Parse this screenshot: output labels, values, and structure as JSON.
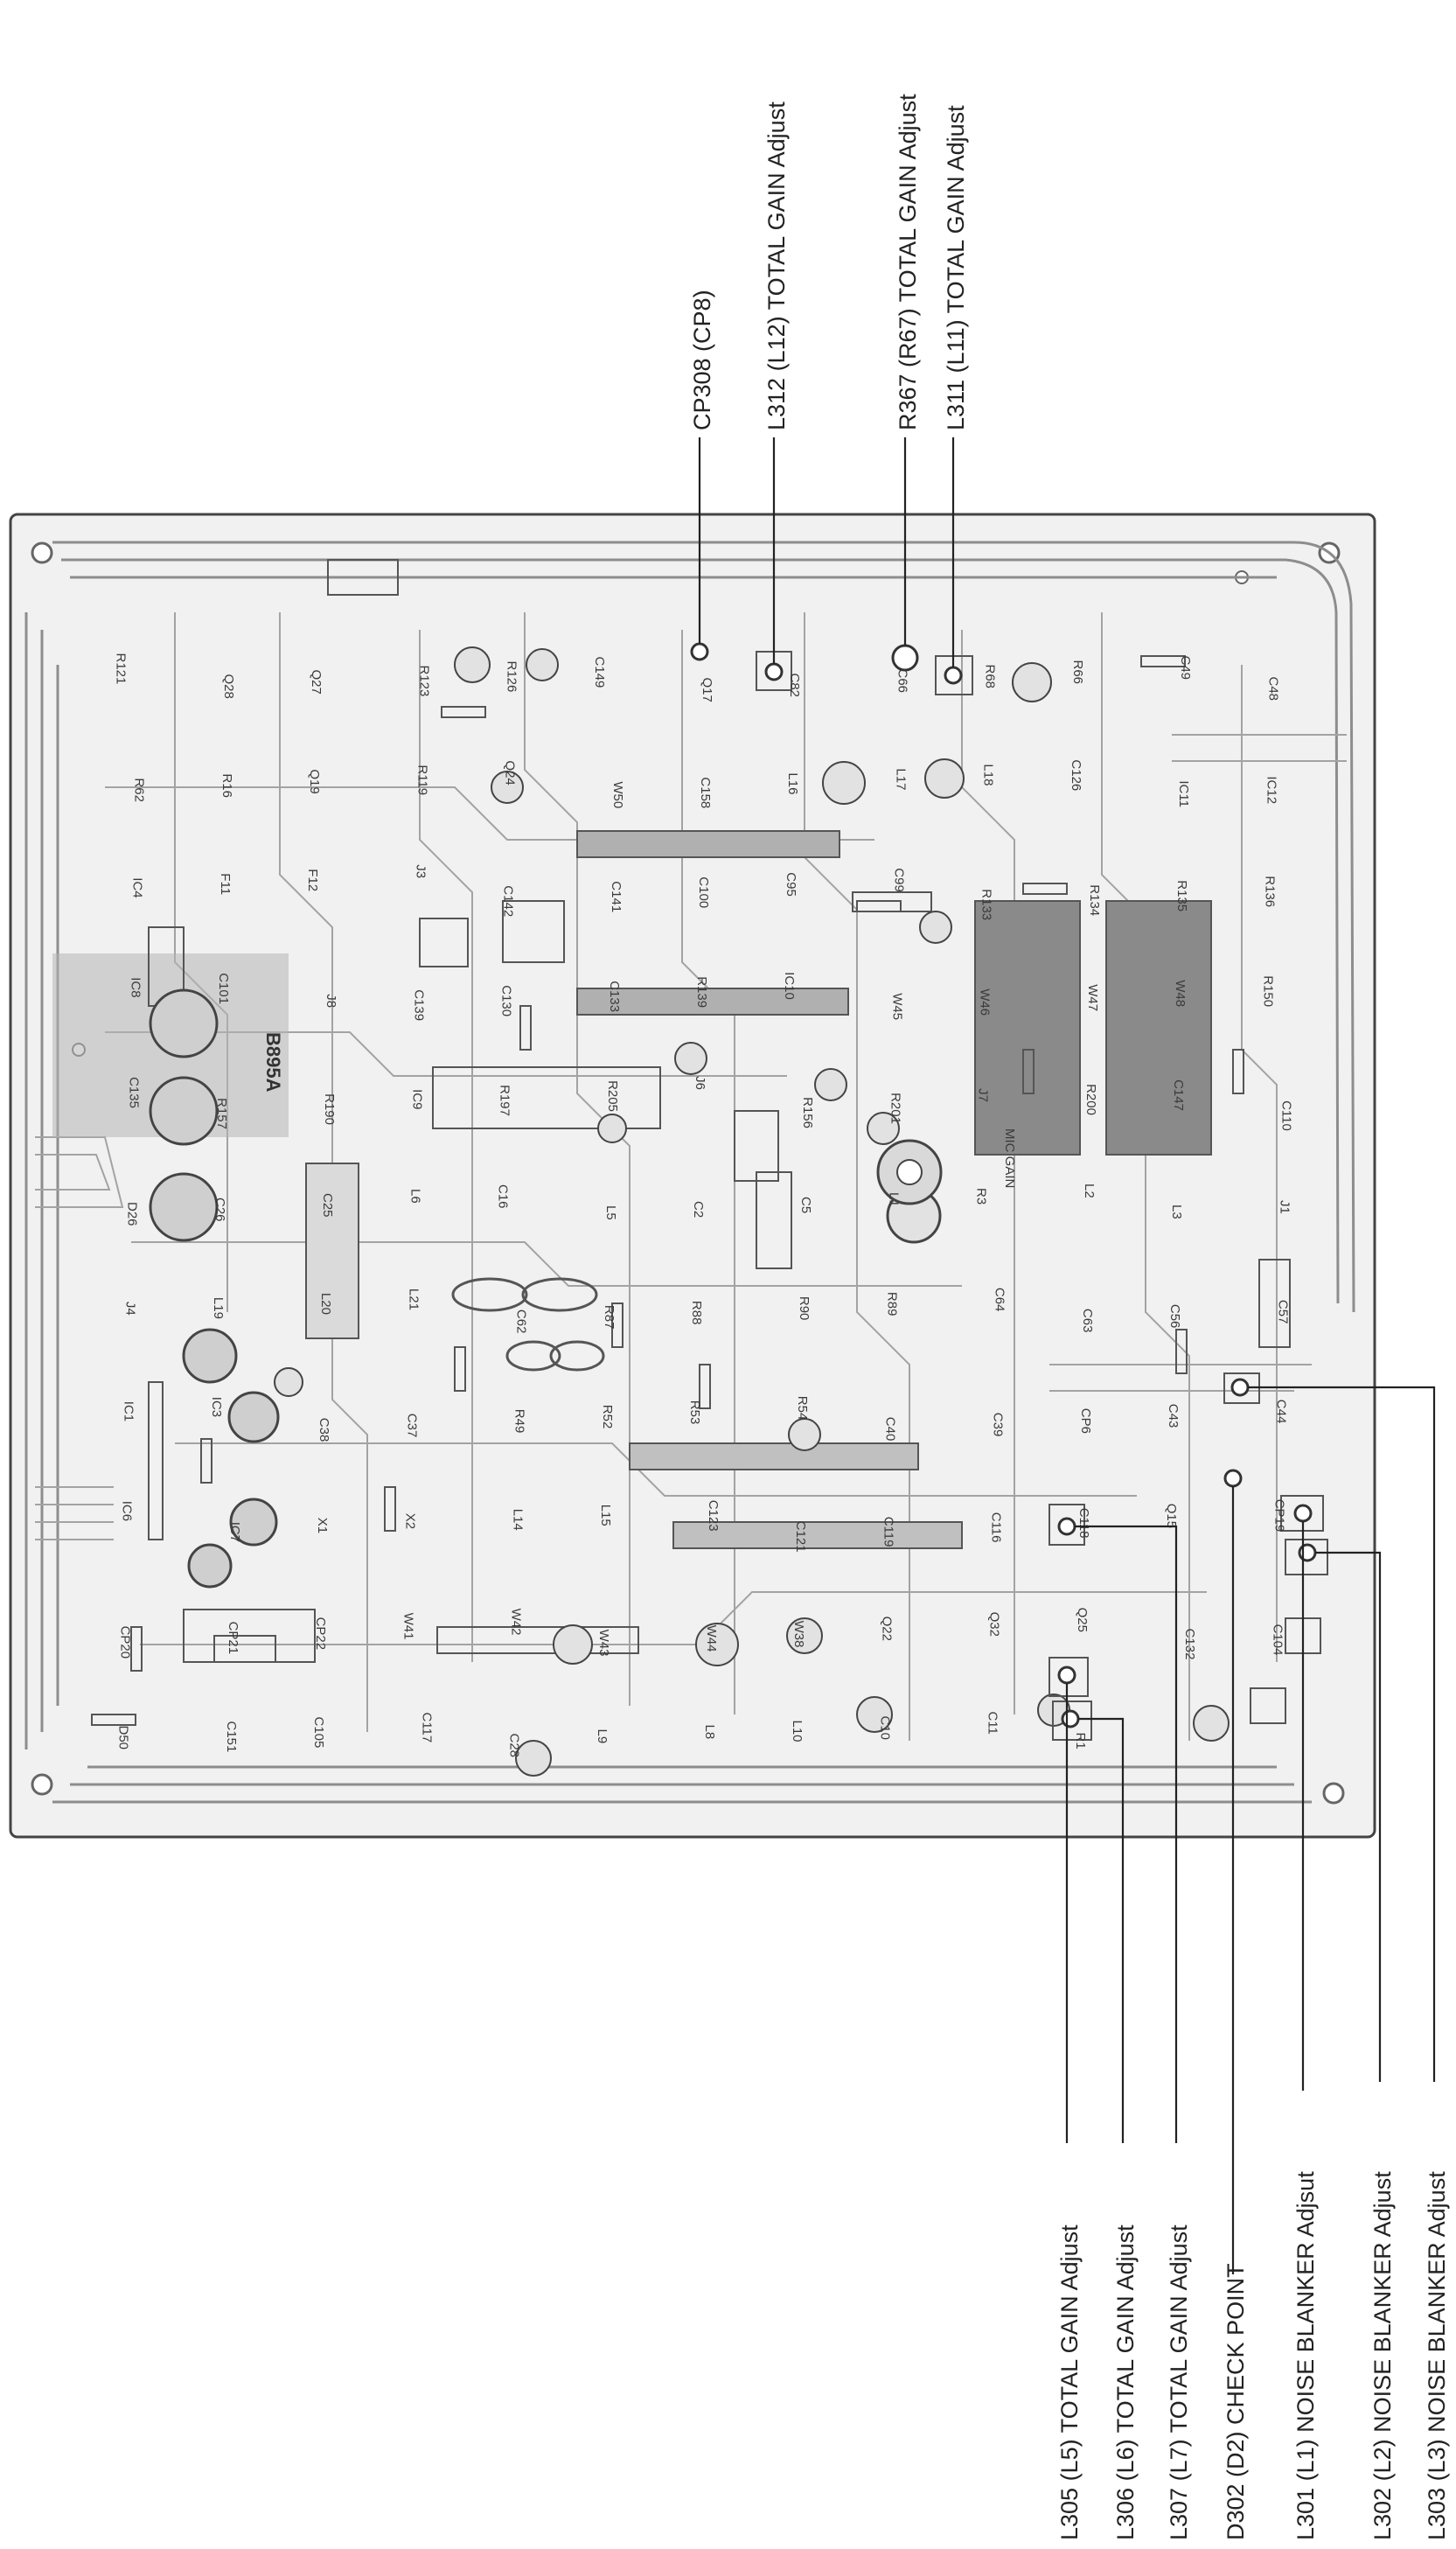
{
  "colors": {
    "board_fill": "#f1f1f1",
    "board_edge": "#444444",
    "trace": "#8d8d8d",
    "component": "#555555",
    "ic_fill": "#8a8a8a",
    "label_text": "#222222"
  },
  "callouts_top": [
    {
      "id": "cp308",
      "label": "CP308 (CP8)"
    },
    {
      "id": "l312",
      "label": "L312 (L12) TOTAL GAIN Adjust"
    },
    {
      "id": "r367",
      "label": "R367 (R67) TOTAL GAIN Adjust"
    },
    {
      "id": "l311",
      "label": "L311 (L11) TOTAL GAIN Adjust"
    }
  ],
  "callouts_bottom": [
    {
      "id": "l305",
      "label": "L305 (L5) TOTAL GAIN Adjust"
    },
    {
      "id": "l306",
      "label": "L306 (L6) TOTAL GAIN Adjust"
    },
    {
      "id": "l307",
      "label": "L307 (L7) TOTAL GAIN Adjust"
    },
    {
      "id": "d302",
      "label": "D302 (D2) CHECK POINT"
    },
    {
      "id": "l301",
      "label": "L301 (L1) NOISE BLANKER Adjsut"
    },
    {
      "id": "l302",
      "label": "L302 (L2) NOISE BLANKER Adjust"
    },
    {
      "id": "l303",
      "label": "L303 (L3) NOISE BLANKER Adjust"
    }
  ],
  "board_text": {
    "part_number": "B895A",
    "mic_gain": "MIC GAIN",
    "designators": [
      "R121",
      "Q28",
      "Q27",
      "R123",
      "R126",
      "C149",
      "Q17",
      "C82",
      "C66",
      "R68",
      "R66",
      "C49",
      "C48",
      "R62",
      "R16",
      "Q19",
      "R119",
      "Q24",
      "W50",
      "C158",
      "L16",
      "L17",
      "L18",
      "C126",
      "IC11",
      "IC12",
      "IC4",
      "F11",
      "F12",
      "J3",
      "C142",
      "C141",
      "C100",
      "C95",
      "C99",
      "R133",
      "R134",
      "R135",
      "R136",
      "IC8",
      "C101",
      "J8",
      "C139",
      "C130",
      "C133",
      "R139",
      "IC10",
      "W45",
      "W46",
      "W47",
      "W48",
      "R150",
      "C135",
      "R157",
      "R190",
      "IC9",
      "R197",
      "R205",
      "J6",
      "R156",
      "R201",
      "J7",
      "R200",
      "C147",
      "C110",
      "D26",
      "C26",
      "C25",
      "L6",
      "C16",
      "L5",
      "C2",
      "C5",
      "L1",
      "R3",
      "L2",
      "L3",
      "J1",
      "J4",
      "L19",
      "L20",
      "L21",
      "C62",
      "R87",
      "R88",
      "R90",
      "R89",
      "C64",
      "C63",
      "C56",
      "C57",
      "IC1",
      "IC3",
      "C38",
      "C37",
      "R49",
      "R52",
      "R53",
      "R54",
      "C40",
      "C39",
      "CP6",
      "C43",
      "C44",
      "IC6",
      "IC7",
      "X1",
      "X2",
      "L14",
      "L15",
      "C123",
      "C121",
      "C119",
      "C116",
      "C118",
      "Q15",
      "CP19",
      "CP20",
      "CP21",
      "CP22",
      "W41",
      "W42",
      "W43",
      "W44",
      "W38",
      "Q22",
      "Q32",
      "Q25",
      "C132",
      "C104",
      "D50",
      "C151",
      "C105",
      "C117",
      "C28",
      "L9",
      "L8",
      "L10",
      "C10",
      "C11",
      "R1"
    ]
  }
}
